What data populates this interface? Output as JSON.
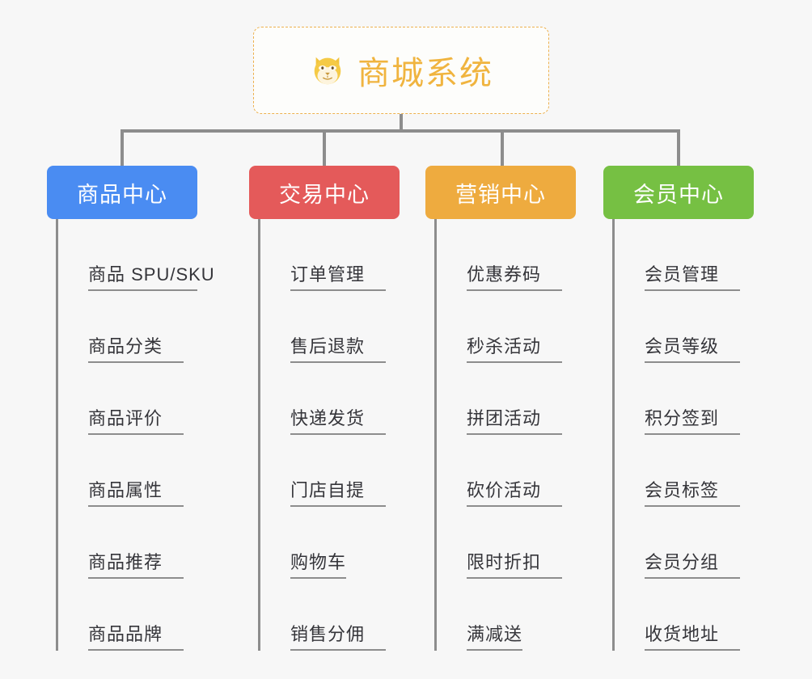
{
  "diagram": {
    "type": "org-chart-mindmap",
    "background_color": "#f7f7f7",
    "connector_color": "#8d8d8d",
    "root": {
      "icon": "dog-face-emoji",
      "title": "商城系统",
      "text_color": "#f0b43f",
      "border_color": "#edb14e",
      "border_style": "dashed"
    },
    "columns": [
      {
        "header": "商品中心",
        "color": "#4a8cf2",
        "items": [
          "商品 SPU/SKU",
          "商品分类",
          "商品评价",
          "商品属性",
          "商品推荐",
          "商品品牌"
        ]
      },
      {
        "header": "交易中心",
        "color": "#e45a5a",
        "items": [
          "订单管理",
          "售后退款",
          "快递发货",
          "门店自提",
          "购物车",
          "销售分佣"
        ]
      },
      {
        "header": "营销中心",
        "color": "#eeab3f",
        "items": [
          "优惠券码",
          "秒杀活动",
          "拼团活动",
          "砍价活动",
          "限时折扣",
          "满减送"
        ]
      },
      {
        "header": "会员中心",
        "color": "#76c043",
        "items": [
          "会员管理",
          "会员等级",
          "积分签到",
          "会员标签",
          "会员分组",
          "收货地址"
        ]
      }
    ]
  }
}
